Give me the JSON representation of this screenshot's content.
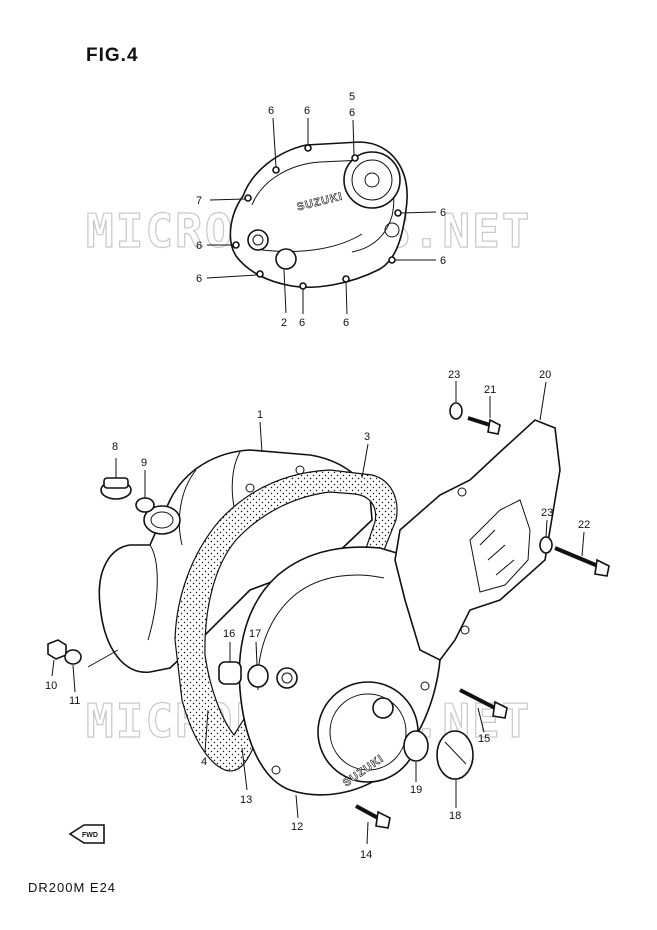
{
  "figure": {
    "title": "FIG.4",
    "model_code": "DR200M E24",
    "watermark": "MICROFICHES.NET",
    "brand_mark": "SUZUKI",
    "fwd_mark": "FWD"
  },
  "callouts": {
    "c1": "1",
    "c2": "2",
    "c3": "3",
    "c4": "4",
    "c5": "5",
    "c6": "6",
    "c7": "7",
    "c8": "8",
    "c9": "9",
    "c10": "10",
    "c11": "11",
    "c12": "12",
    "c13": "13",
    "c14": "14",
    "c15": "15",
    "c16": "16",
    "c17": "17",
    "c18": "18",
    "c19": "19",
    "c20": "20",
    "c21": "21",
    "c22": "22",
    "c23": "23"
  },
  "colors": {
    "ink": "#111111",
    "watermark": "#c9c9c9",
    "paper": "#ffffff"
  }
}
